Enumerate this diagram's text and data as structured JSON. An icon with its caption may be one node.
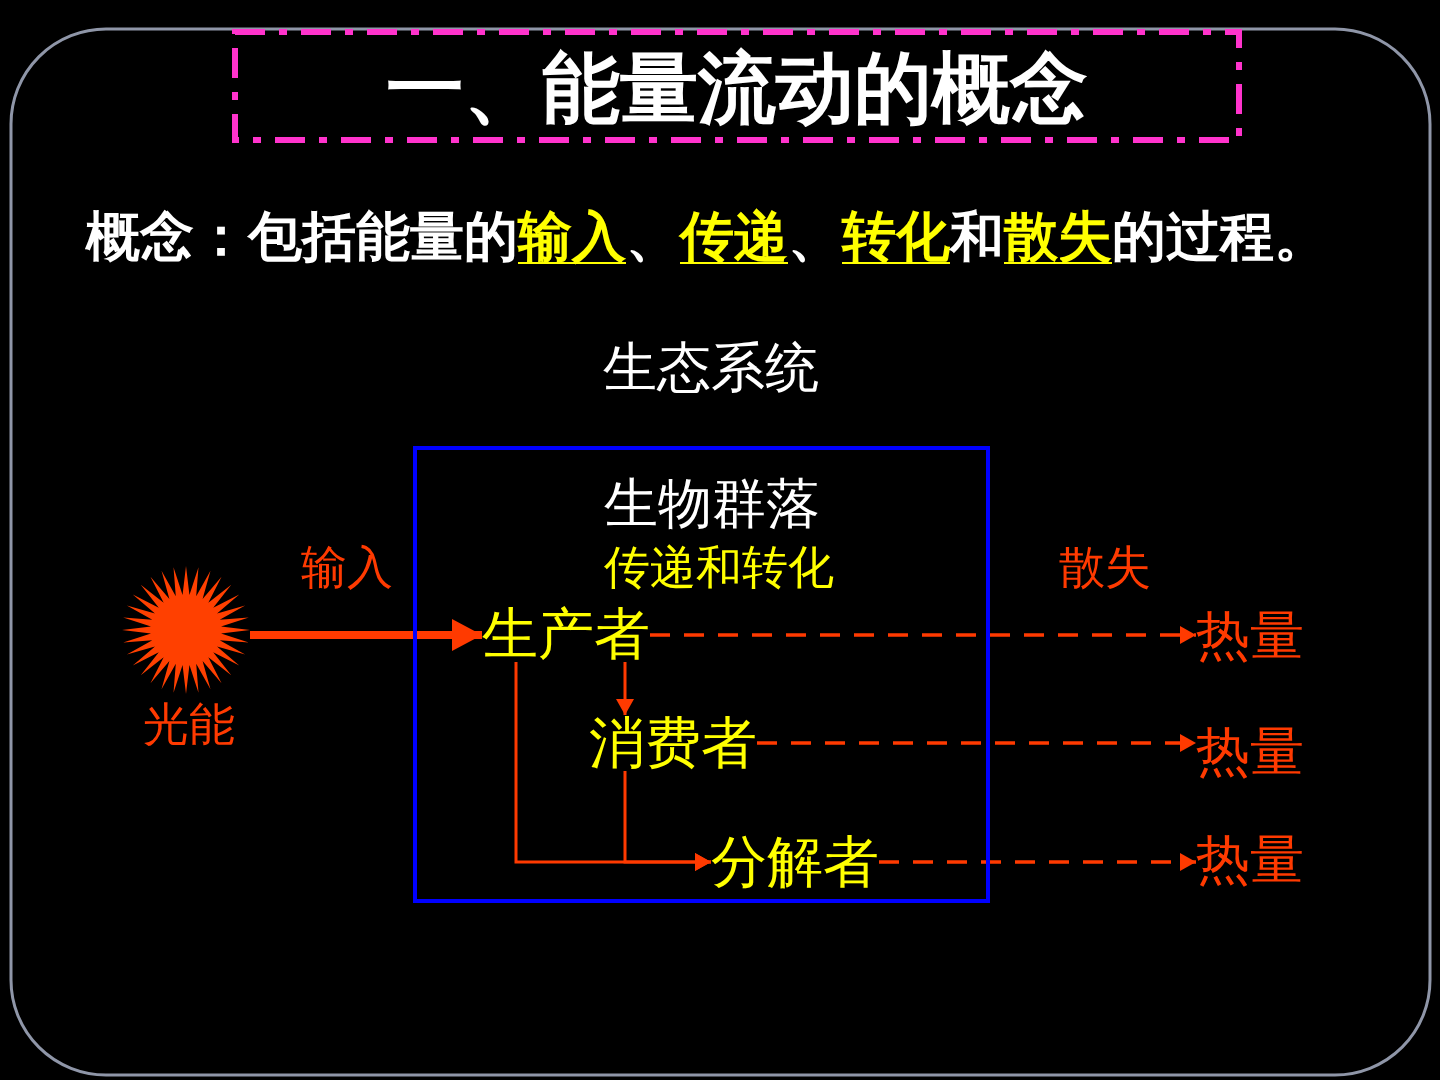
{
  "diagram": {
    "title": "一、能量流动的概念",
    "nodes": [
      {
        "text": [],
        "shape": "star",
        "beside": [
          "光能"
        ]
      },
      {
        "text": [
          "生物群落",
          "传递和转化"
        ]
      },
      {
        "text": [
          "生产者"
        ],
        "in": 1
      },
      {
        "text": [
          "消费者"
        ],
        "in": 1
      },
      {
        "text": [
          "分解者"
        ],
        "in": 1
      },
      {
        "text": [
          "热量"
        ]
      },
      {
        "text": [
          "热量"
        ]
      },
      {
        "text": [
          "热量"
        ]
      }
    ],
    "edges": [
      {
        "from": 0,
        "to": 2,
        "arrow": "to",
        "label": "输入",
        "style": "thick"
      },
      {
        "from": 2,
        "to": 3,
        "arrow": "to"
      },
      {
        "from": 2,
        "to": 4,
        "arrow": "to"
      },
      {
        "from": 3,
        "to": 4,
        "arrow": "to"
      },
      {
        "from": 2,
        "to": 5,
        "arrow": "to",
        "label": "散失",
        "style": "dashed"
      },
      {
        "from": 3,
        "to": 6,
        "arrow": "to",
        "style": "dashed"
      },
      {
        "from": 4,
        "to": 7,
        "arrow": "to",
        "style": "dashed"
      }
    ],
    "labels": [
      "概念：包括能量的**输入**、**传递**、**转化**和**散失**的过程。",
      "生态系统"
    ]
  }
}
